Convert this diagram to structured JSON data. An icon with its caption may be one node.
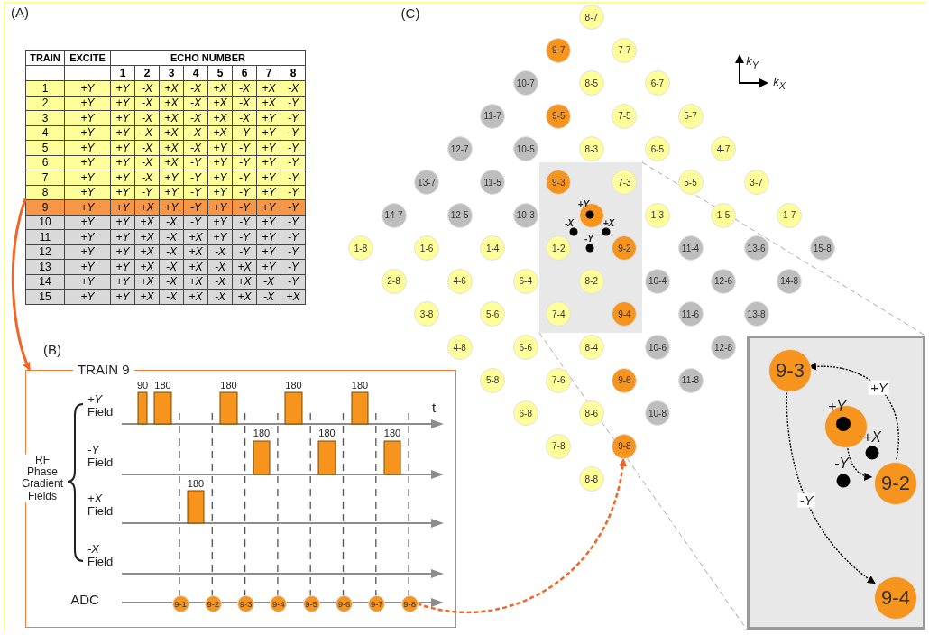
{
  "diagram": {
    "nodes": [
      {
        "text": [],
        "shape": "table"
      },
      {
        "text": [
          "TRAIN 9"
        ]
      },
      {
        "text": [
          "9-1"
        ],
        "in": 1
      },
      {
        "text": [
          "9-2"
        ],
        "in": 1
      },
      {
        "text": [
          "9-3"
        ],
        "in": 1
      },
      {
        "text": [
          "9-4"
        ],
        "in": 1
      },
      {
        "text": [
          "9-5"
        ],
        "in": 1
      },
      {
        "text": [
          "9-6"
        ],
        "in": 1
      },
      {
        "text": [
          "9-7"
        ],
        "in": 1
      },
      {
        "text": [
          "9-8"
        ],
        "in": 1
      },
      {
        "text": [
          "8-7"
        ]
      },
      {
        "text": [
          "9-7"
        ]
      },
      {
        "text": [
          "7-7"
        ]
      },
      {
        "text": [
          "10-7"
        ]
      },
      {
        "text": [
          "8-5"
        ]
      },
      {
        "text": [
          "6-7"
        ]
      },
      {
        "text": [
          "11-7"
        ]
      },
      {
        "text": [
          "9-5"
        ]
      },
      {
        "text": [
          "7-5"
        ]
      },
      {
        "text": [
          "5-7"
        ]
      },
      {
        "text": [
          "12-7"
        ]
      },
      {
        "text": [
          "10-5"
        ]
      },
      {
        "text": [
          "8-3"
        ]
      },
      {
        "text": [
          "6-5"
        ]
      },
      {
        "text": [
          "4-7"
        ]
      },
      {
        "text": [
          "13-7"
        ]
      },
      {
        "text": [
          "11-5"
        ]
      },
      {
        "text": [
          "9-3"
        ]
      },
      {
        "text": [
          "7-3"
        ]
      },
      {
        "text": [
          "5-5"
        ]
      },
      {
        "text": [
          "3-7"
        ]
      },
      {
        "text": [
          "14-7"
        ]
      },
      {
        "text": [
          "12-5"
        ]
      },
      {
        "text": [
          "10-3"
        ]
      },
      {
        "text": [],
        "shape": "circle"
      },
      {
        "text": [
          "1-3"
        ]
      },
      {
        "text": [
          "1-5"
        ]
      },
      {
        "text": [
          "1-7"
        ]
      },
      {
        "text": [
          "1-8"
        ]
      },
      {
        "text": [
          "1-6"
        ]
      },
      {
        "text": [
          "1-4"
        ]
      },
      {
        "text": [
          "1-2"
        ]
      },
      {
        "text": [
          "9-2"
        ]
      },
      {
        "text": [
          "11-4"
        ]
      },
      {
        "text": [
          "13-6"
        ]
      },
      {
        "text": [
          "15-8"
        ]
      },
      {
        "text": [
          "2-8"
        ]
      },
      {
        "text": [
          "4-6"
        ]
      },
      {
        "text": [
          "6-4"
        ]
      },
      {
        "text": [
          "8-2"
        ]
      },
      {
        "text": [
          "10-4"
        ]
      },
      {
        "text": [
          "12-6"
        ]
      },
      {
        "text": [
          "14-8"
        ]
      },
      {
        "text": [
          "3-8"
        ]
      },
      {
        "text": [
          "5-6"
        ]
      },
      {
        "text": [
          "7-4"
        ]
      },
      {
        "text": [
          "9-4"
        ]
      },
      {
        "text": [
          "11-6"
        ]
      },
      {
        "text": [
          "13-8"
        ]
      },
      {
        "text": [
          "4-8"
        ]
      },
      {
        "text": [
          "6-6"
        ]
      },
      {
        "text": [
          "8-4"
        ]
      },
      {
        "text": [
          "10-6"
        ]
      },
      {
        "text": [
          "12-8"
        ]
      },
      {
        "text": [
          "5-8"
        ]
      },
      {
        "text": [
          "7-6"
        ]
      },
      {
        "text": [
          "9-6"
        ]
      },
      {
        "text": [
          "11-8"
        ]
      },
      {
        "text": [
          "6-8"
        ]
      },
      {
        "text": [
          "8-6"
        ]
      },
      {
        "text": [
          "10-8"
        ]
      },
      {
        "text": [
          "7-8"
        ]
      },
      {
        "text": [
          "9-8"
        ]
      },
      {
        "text": [
          "8-8"
        ]
      },
      {
        "text": [],
        "shape": "box"
      },
      {
        "text": [
          "9-3"
        ],
        "in": 74
      },
      {
        "text": [],
        "shape": "circle",
        "in": 74
      },
      {
        "text": [
          "9-2"
        ],
        "in": 74
      },
      {
        "text": [
          "9-4"
        ],
        "in": 74
      }
    ],
    "edges": [
      {
        "from": 0,
        "to": 1,
        "arrow": "to",
        "style": "thick",
        "color": "#f26522"
      },
      {
        "from": 9,
        "to": 72,
        "arrow": "to",
        "style": "dashed",
        "color": "#f26522"
      },
      {
        "from": 76,
        "to": 77,
        "arrow": "to",
        "style": "dashed"
      },
      {
        "from": 77,
        "to": 75,
        "arrow": "to",
        "style": "dashed",
        "label": "+Y"
      },
      {
        "from": 75,
        "to": 78,
        "arrow": "to",
        "style": "dashed",
        "label": "-Y"
      }
    ],
    "labels": [
      "(A)",
      "TRAIN",
      "EXCITE",
      "ECHO NUMBER",
      "1",
      "2",
      "3",
      "4",
      "5",
      "6",
      "7",
      "8",
      "1",
      "+Y",
      "+Y",
      "-X",
      "+X",
      "-X",
      "+X",
      "-X",
      "+X",
      "-X",
      "2",
      "+Y",
      "+Y",
      "-X",
      "+X",
      "-X",
      "+X",
      "-X",
      "+X",
      "-Y",
      "3",
      "+Y",
      "+Y",
      "-X",
      "+X",
      "-X",
      "+X",
      "-X",
      "+Y",
      "-Y",
      "4",
      "+Y",
      "+Y",
      "-X",
      "+X",
      "-X",
      "+X",
      "-Y",
      "+Y",
      "-Y",
      "5",
      "+Y",
      "+Y",
      "-X",
      "+X",
      "-X",
      "+Y",
      "-Y",
      "+Y",
      "-Y",
      "6",
      "+Y",
      "+Y",
      "-X",
      "+X",
      "-Y",
      "+Y",
      "-Y",
      "+Y",
      "-Y",
      "7",
      "+Y",
      "+Y",
      "-X",
      "+Y",
      "-Y",
      "+Y",
      "-Y",
      "+Y",
      "-Y",
      "8",
      "+Y",
      "+Y",
      "-Y",
      "+Y",
      "-Y",
      "+Y",
      "-Y",
      "+Y",
      "-Y",
      "9",
      "+Y",
      "+Y",
      "+X",
      "+Y",
      "-Y",
      "+Y",
      "-Y",
      "+Y",
      "-Y",
      "10",
      "+Y",
      "+Y",
      "+X",
      "-X",
      "-Y",
      "+Y",
      "-Y",
      "+Y",
      "-Y",
      "11",
      "+Y",
      "+Y",
      "+X",
      "-X",
      "+X",
      "+Y",
      "-Y",
      "+Y",
      "-Y",
      "12",
      "+Y",
      "+Y",
      "+X",
      "-X",
      "+X",
      "-X",
      "-Y",
      "+Y",
      "-Y",
      "13",
      "+Y",
      "+Y",
      "+X",
      "-X",
      "+X",
      "-X",
      "+X",
      "+Y",
      "-Y",
      "14",
      "+Y",
      "+Y",
      "+X",
      "-X",
      "+X",
      "-X",
      "+X",
      "-X",
      "-Y",
      "15",
      "+Y",
      "+Y",
      "+X",
      "-X",
      "+X",
      "-X",
      "+X",
      "-X",
      "+X",
      "(B)",
      "90",
      "180",
      "180",
      "180",
      "180",
      "*+Y* Field",
      "180",
      "180",
      "180",
      "*-Y* Field",
      "180",
      "*+X* Field",
      "*-X* Field",
      "RF Phase Gradient Fields",
      "ADC",
      "t",
      "(C)",
      "k$_{Y}$",
      "k$_{X}$",
      "+Y",
      "-X",
      "+X",
      "-Y",
      "+Y",
      "+X",
      "-Y"
    ]
  }
}
